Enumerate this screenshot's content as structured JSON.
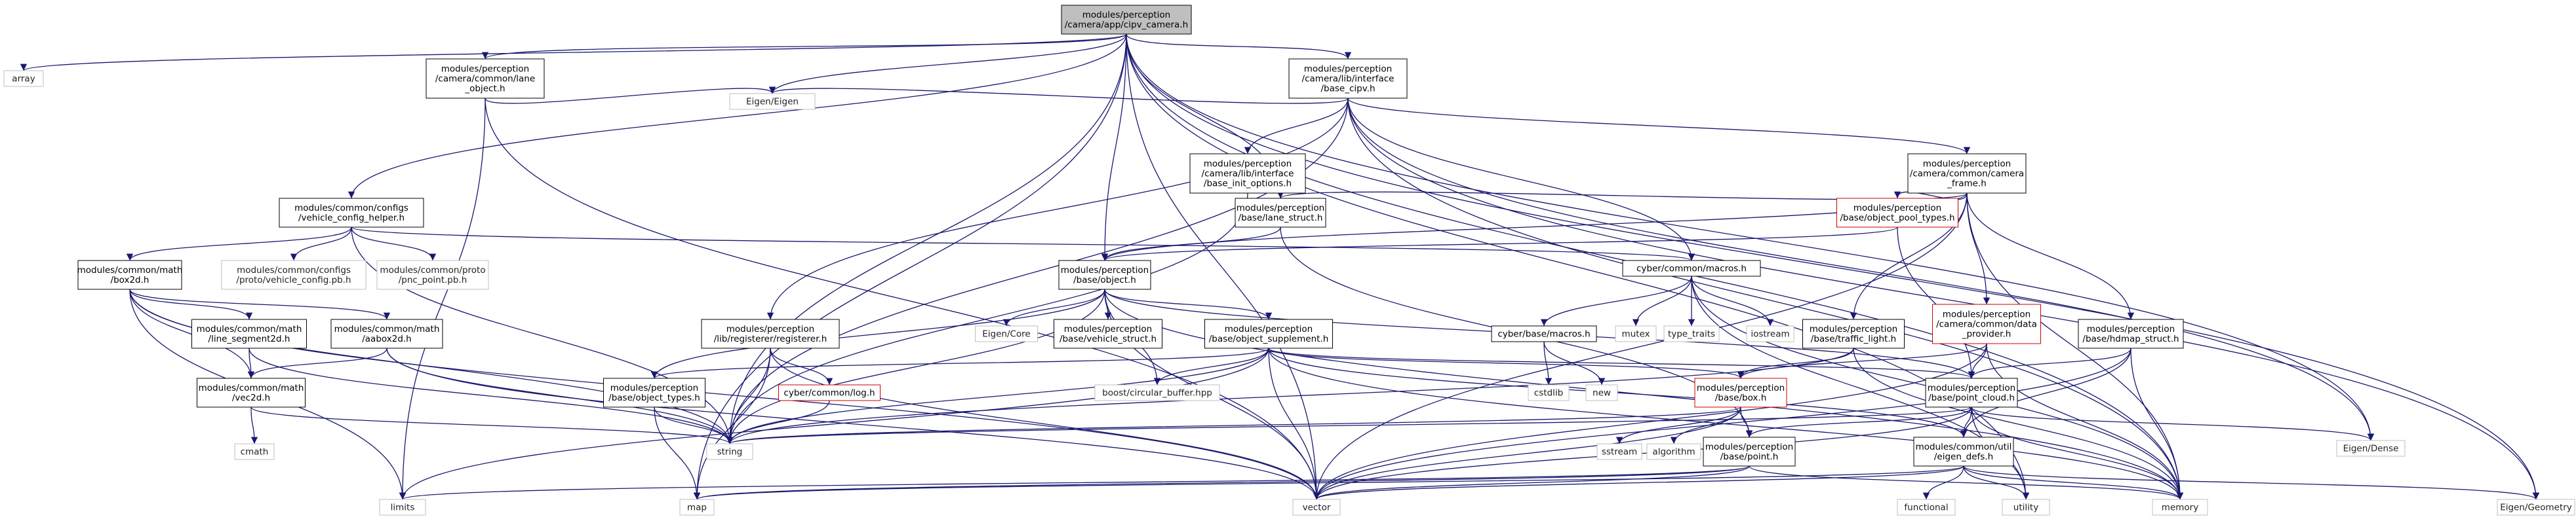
{
  "graph": {
    "root": "n0",
    "nodes": [
      {
        "id": "n0",
        "lines": [
          "modules/perception",
          "/camera/app/cipv_camera.h"
        ],
        "style": "root"
      },
      {
        "id": "n1",
        "lines": [
          "array"
        ],
        "style": "plain"
      },
      {
        "id": "n2",
        "lines": [
          "modules/perception",
          "/camera/common/lane",
          "_object.h"
        ],
        "style": "boxed"
      },
      {
        "id": "n3",
        "lines": [
          "modules/perception",
          "/camera/lib/interface",
          "/base_cipv.h"
        ],
        "style": "boxed"
      },
      {
        "id": "n4",
        "lines": [
          "Eigen/Eigen"
        ],
        "style": "plain"
      },
      {
        "id": "n5",
        "lines": [
          "modules/perception",
          "/camera/lib/interface",
          "/base_init_options.h"
        ],
        "style": "boxed"
      },
      {
        "id": "n6",
        "lines": [
          "modules/perception",
          "/camera/common/camera",
          "_frame.h"
        ],
        "style": "boxed"
      },
      {
        "id": "n7",
        "lines": [
          "modules/common/configs",
          "/vehicle_config_helper.h"
        ],
        "style": "boxed"
      },
      {
        "id": "n8",
        "lines": [
          "modules/perception",
          "/base/lane_struct.h"
        ],
        "style": "boxed"
      },
      {
        "id": "n9",
        "lines": [
          "modules/perception",
          "/base/object_pool_types.h"
        ],
        "style": "red"
      },
      {
        "id": "n10",
        "lines": [
          "modules/common/math",
          "/box2d.h"
        ],
        "style": "boxed"
      },
      {
        "id": "n11",
        "lines": [
          "modules/common/configs",
          "/proto/vehicle_config.pb.h"
        ],
        "style": "plain"
      },
      {
        "id": "n12",
        "lines": [
          "modules/common/proto",
          "/pnc_point.pb.h"
        ],
        "style": "plain"
      },
      {
        "id": "n13",
        "lines": [
          "modules/perception",
          "/base/object.h"
        ],
        "style": "boxed"
      },
      {
        "id": "n14",
        "lines": [
          "cyber/common/macros.h"
        ],
        "style": "boxed"
      },
      {
        "id": "n15",
        "lines": [
          "modules/common/math",
          "/line_segment2d.h"
        ],
        "style": "boxed"
      },
      {
        "id": "n16",
        "lines": [
          "modules/common/math",
          "/aabox2d.h"
        ],
        "style": "boxed"
      },
      {
        "id": "n17",
        "lines": [
          "modules/perception",
          "/lib/registerer/registerer.h"
        ],
        "style": "boxed"
      },
      {
        "id": "n18",
        "lines": [
          "Eigen/Core"
        ],
        "style": "plain"
      },
      {
        "id": "n19",
        "lines": [
          "modules/perception",
          "/base/vehicle_struct.h"
        ],
        "style": "boxed"
      },
      {
        "id": "n20",
        "lines": [
          "modules/perception",
          "/base/object_supplement.h"
        ],
        "style": "boxed"
      },
      {
        "id": "n21",
        "lines": [
          "cyber/base/macros.h"
        ],
        "style": "boxed"
      },
      {
        "id": "n22",
        "lines": [
          "mutex"
        ],
        "style": "plain"
      },
      {
        "id": "n23",
        "lines": [
          "type_traits"
        ],
        "style": "plain"
      },
      {
        "id": "n24",
        "lines": [
          "iostream"
        ],
        "style": "plain"
      },
      {
        "id": "n25",
        "lines": [
          "modules/perception",
          "/base/traffic_light.h"
        ],
        "style": "boxed"
      },
      {
        "id": "n26",
        "lines": [
          "modules/perception",
          "/camera/common/data",
          "_provider.h"
        ],
        "style": "red"
      },
      {
        "id": "n27",
        "lines": [
          "modules/perception",
          "/base/hdmap_struct.h"
        ],
        "style": "boxed"
      },
      {
        "id": "n28",
        "lines": [
          "modules/common/math",
          "/vec2d.h"
        ],
        "style": "boxed"
      },
      {
        "id": "n29",
        "lines": [
          "cyber/common/log.h"
        ],
        "style": "red"
      },
      {
        "id": "n30",
        "lines": [
          "modules/perception",
          "/base/object_types.h"
        ],
        "style": "boxed"
      },
      {
        "id": "n31",
        "lines": [
          "boost/circular_buffer.hpp"
        ],
        "style": "plain"
      },
      {
        "id": "n32",
        "lines": [
          "cstdlib"
        ],
        "style": "plain"
      },
      {
        "id": "n33",
        "lines": [
          "new"
        ],
        "style": "plain"
      },
      {
        "id": "n34",
        "lines": [
          "modules/perception",
          "/base/box.h"
        ],
        "style": "red"
      },
      {
        "id": "n35",
        "lines": [
          "modules/perception",
          "/base/point_cloud.h"
        ],
        "style": "boxed"
      },
      {
        "id": "n36",
        "lines": [
          "Eigen/Dense"
        ],
        "style": "plain"
      },
      {
        "id": "n37",
        "lines": [
          "cmath"
        ],
        "style": "plain"
      },
      {
        "id": "n38",
        "lines": [
          "string"
        ],
        "style": "plain"
      },
      {
        "id": "n39",
        "lines": [
          "sstream"
        ],
        "style": "plain"
      },
      {
        "id": "n40",
        "lines": [
          "algorithm"
        ],
        "style": "plain"
      },
      {
        "id": "n41",
        "lines": [
          "modules/perception",
          "/base/point.h"
        ],
        "style": "boxed"
      },
      {
        "id": "n42",
        "lines": [
          "modules/common/util",
          "/eigen_defs.h"
        ],
        "style": "boxed"
      },
      {
        "id": "n43",
        "lines": [
          "limits"
        ],
        "style": "plain"
      },
      {
        "id": "n44",
        "lines": [
          "map"
        ],
        "style": "plain"
      },
      {
        "id": "n45",
        "lines": [
          "vector"
        ],
        "style": "plain"
      },
      {
        "id": "n46",
        "lines": [
          "functional"
        ],
        "style": "plain"
      },
      {
        "id": "n47",
        "lines": [
          "utility"
        ],
        "style": "plain"
      },
      {
        "id": "n48",
        "lines": [
          "memory"
        ],
        "style": "plain"
      },
      {
        "id": "n49",
        "lines": [
          "Eigen/Geometry"
        ],
        "style": "plain"
      }
    ],
    "edges": [
      [
        "n0",
        "n1"
      ],
      [
        "n0",
        "n2"
      ],
      [
        "n0",
        "n3"
      ],
      [
        "n0",
        "n4"
      ],
      [
        "n0",
        "n7"
      ],
      [
        "n0",
        "n8"
      ],
      [
        "n0",
        "n13"
      ],
      [
        "n0",
        "n38"
      ],
      [
        "n0",
        "n44"
      ],
      [
        "n0",
        "n45"
      ],
      [
        "n0",
        "n36"
      ],
      [
        "n0",
        "n47"
      ],
      [
        "n0",
        "n48"
      ],
      [
        "n0",
        "n49"
      ],
      [
        "n2",
        "n4"
      ],
      [
        "n2",
        "n43"
      ],
      [
        "n2",
        "n45"
      ],
      [
        "n3",
        "n4"
      ],
      [
        "n3",
        "n5"
      ],
      [
        "n3",
        "n6"
      ],
      [
        "n3",
        "n14"
      ],
      [
        "n3",
        "n17"
      ],
      [
        "n3",
        "n36"
      ],
      [
        "n3",
        "n48"
      ],
      [
        "n3",
        "n49"
      ],
      [
        "n3",
        "n38"
      ],
      [
        "n5",
        "n38"
      ],
      [
        "n6",
        "n8"
      ],
      [
        "n6",
        "n9"
      ],
      [
        "n6",
        "n13"
      ],
      [
        "n6",
        "n25"
      ],
      [
        "n6",
        "n26"
      ],
      [
        "n6",
        "n27"
      ],
      [
        "n6",
        "n45"
      ],
      [
        "n6",
        "n48"
      ],
      [
        "n7",
        "n11"
      ],
      [
        "n7",
        "n12"
      ],
      [
        "n7",
        "n10"
      ],
      [
        "n7",
        "n14"
      ],
      [
        "n7",
        "n38"
      ],
      [
        "n8",
        "n13"
      ],
      [
        "n8",
        "n41"
      ],
      [
        "n9",
        "n13"
      ],
      [
        "n9",
        "n35"
      ],
      [
        "n10",
        "n15"
      ],
      [
        "n10",
        "n16"
      ],
      [
        "n10",
        "n28"
      ],
      [
        "n10",
        "n38"
      ],
      [
        "n10",
        "n43"
      ],
      [
        "n10",
        "n45"
      ],
      [
        "n13",
        "n18"
      ],
      [
        "n13",
        "n19"
      ],
      [
        "n13",
        "n20"
      ],
      [
        "n13",
        "n30"
      ],
      [
        "n13",
        "n31"
      ],
      [
        "n13",
        "n35"
      ],
      [
        "n13",
        "n38"
      ],
      [
        "n13",
        "n45"
      ],
      [
        "n13",
        "n48"
      ],
      [
        "n14",
        "n21"
      ],
      [
        "n14",
        "n22"
      ],
      [
        "n14",
        "n23"
      ],
      [
        "n14",
        "n24"
      ],
      [
        "n14",
        "n48"
      ],
      [
        "n14",
        "n47"
      ],
      [
        "n15",
        "n28"
      ],
      [
        "n15",
        "n38"
      ],
      [
        "n16",
        "n28"
      ],
      [
        "n16",
        "n38"
      ],
      [
        "n16",
        "n45"
      ],
      [
        "n17",
        "n29"
      ],
      [
        "n17",
        "n38"
      ],
      [
        "n17",
        "n44"
      ],
      [
        "n17",
        "n45"
      ],
      [
        "n20",
        "n30"
      ],
      [
        "n20",
        "n31"
      ],
      [
        "n20",
        "n34"
      ],
      [
        "n20",
        "n35"
      ],
      [
        "n20",
        "n38"
      ],
      [
        "n20",
        "n45"
      ],
      [
        "n20",
        "n43"
      ],
      [
        "n20",
        "n42"
      ],
      [
        "n20",
        "n48"
      ],
      [
        "n21",
        "n32"
      ],
      [
        "n21",
        "n33"
      ],
      [
        "n25",
        "n34"
      ],
      [
        "n25",
        "n38"
      ],
      [
        "n25",
        "n48"
      ],
      [
        "n26",
        "n34"
      ],
      [
        "n26",
        "n35"
      ],
      [
        "n26",
        "n45"
      ],
      [
        "n26",
        "n48"
      ],
      [
        "n27",
        "n35"
      ],
      [
        "n27",
        "n42"
      ],
      [
        "n27",
        "n45"
      ],
      [
        "n27",
        "n48"
      ],
      [
        "n28",
        "n37"
      ],
      [
        "n28",
        "n38"
      ],
      [
        "n29",
        "n38"
      ],
      [
        "n30",
        "n38"
      ],
      [
        "n30",
        "n44"
      ],
      [
        "n34",
        "n38"
      ],
      [
        "n34",
        "n39"
      ],
      [
        "n34",
        "n40"
      ],
      [
        "n34",
        "n41"
      ],
      [
        "n34",
        "n45"
      ],
      [
        "n35",
        "n41"
      ],
      [
        "n35",
        "n42"
      ],
      [
        "n35",
        "n36"
      ],
      [
        "n35",
        "n38"
      ],
      [
        "n35",
        "n45"
      ],
      [
        "n35",
        "n47"
      ],
      [
        "n35",
        "n48"
      ],
      [
        "n41",
        "n43"
      ],
      [
        "n41",
        "n44"
      ],
      [
        "n41",
        "n45"
      ],
      [
        "n41",
        "n48"
      ],
      [
        "n42",
        "n44"
      ],
      [
        "n42",
        "n45"
      ],
      [
        "n42",
        "n46"
      ],
      [
        "n42",
        "n47"
      ],
      [
        "n42",
        "n48"
      ],
      [
        "n42",
        "n49"
      ]
    ],
    "colors": {
      "root_fill": "#bfbfbf",
      "box_stroke": "#000000",
      "plain_stroke": "#bfbfbf",
      "red_stroke": "#cc0000",
      "edge": "#191970"
    }
  }
}
